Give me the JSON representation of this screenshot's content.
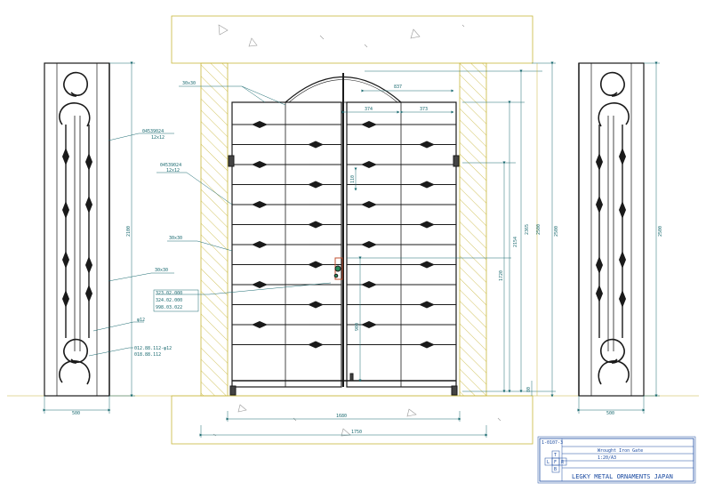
{
  "drawing": {
    "gate_width_inner": "1680",
    "gate_width_overall": "1750",
    "leaf_width": "837",
    "bay_a": "374",
    "bay_b": "373",
    "spacing": "110",
    "height_a": "2365",
    "height_b": "2154",
    "height_c": "1720",
    "height_lock": "900",
    "base_offset": "80",
    "total_height": "2500",
    "side_height_left": "2500",
    "side_height_right": "2500",
    "side_width_left": "500",
    "side_width_right": "500",
    "side_panel_height_dim": "2100"
  },
  "callouts": {
    "left_frame": "30x30",
    "left_frame_b": "30x30",
    "top_frame": "30x30",
    "bar_a_l1": "04539024",
    "bar_a_l2": "12x12",
    "bar_b_l1": "04539024",
    "bar_b_l2": "12x12",
    "rod": "φ12",
    "part_1": "323.02.000",
    "part_2": "324.02.000",
    "part_3": "998.03.022",
    "scroll_l1": "012.88.112-φ12",
    "scroll_l2": "018.88.112"
  },
  "title_block": {
    "drawing_no": "1-0107-3",
    "title": "Wrought Iron Gate",
    "scale": "1:20/A3",
    "company": "LEGKY METAL ORNAMENTS JAPAN",
    "view_labels": [
      "T",
      "L",
      "F",
      "R",
      "B"
    ]
  },
  "colors": {
    "line": "#1a1a1a",
    "dimension": "#1a6a70",
    "wall_outline": "#c8b63a",
    "hatch": "#c8b63a",
    "title_block": "#1a4aa0"
  }
}
